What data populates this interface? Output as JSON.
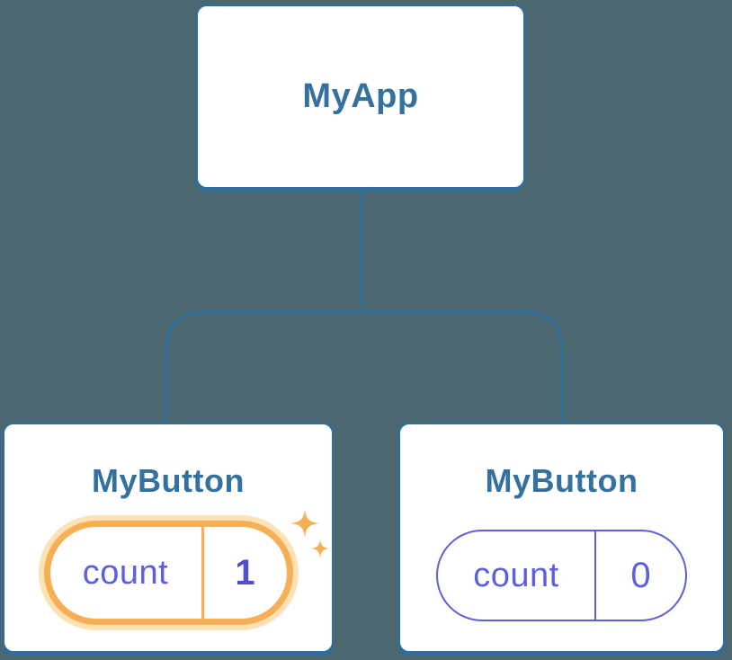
{
  "diagram": {
    "description": "React component tree with state",
    "background_color": "#4B6770",
    "stroke_color": "#2F6F9F",
    "title_color": "#35719F",
    "state_color": "#5C5FE0",
    "highlight_color": "#F6AF55",
    "highlight_glow_color": "#FCE2B4"
  },
  "tree": {
    "root": {
      "label": "MyApp"
    },
    "children": [
      {
        "label": "MyButton",
        "state": {
          "name": "count",
          "value": "1"
        },
        "highlighted": true
      },
      {
        "label": "MyButton",
        "state": {
          "name": "count",
          "value": "0"
        },
        "highlighted": false
      }
    ]
  }
}
